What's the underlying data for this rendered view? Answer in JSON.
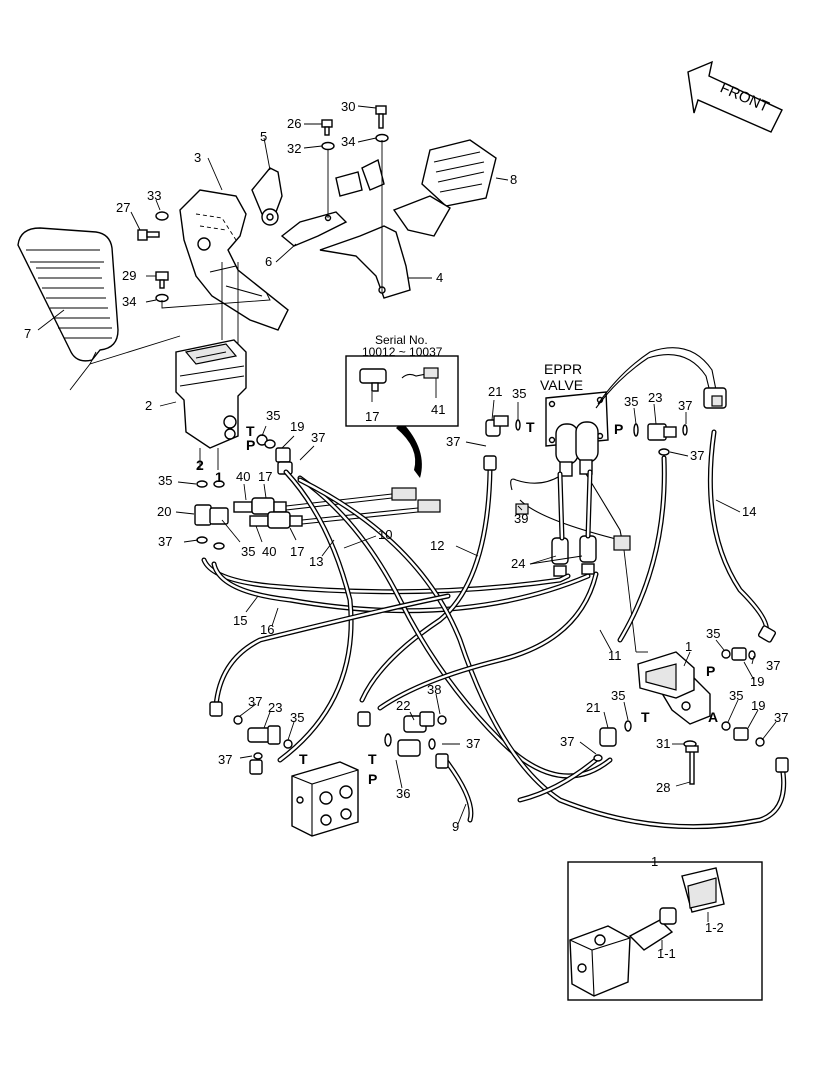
{
  "front_label": "FRONT",
  "valve_label": {
    "line1": "EPPR",
    "line2": "VALVE"
  },
  "serial_box": {
    "title": "Serial No.",
    "range": "10012 ~ 10037",
    "items": [
      "17",
      "41"
    ]
  },
  "inset": {
    "title": "1",
    "items": [
      "1-2",
      "1-1"
    ]
  },
  "ports": {
    "t_pedal": "T",
    "p_pedal": "P",
    "two": "2",
    "one": "1",
    "t_eppr": "T",
    "p_eppr": "P",
    "p_sol": "P",
    "t_sol": "T",
    "a_sol": "A",
    "t_block1": "T",
    "t_block2": "T",
    "p_block": "P"
  },
  "callouts": {
    "c30": "30",
    "c26": "26",
    "c34a": "34",
    "c32": "32",
    "c5": "5",
    "c3": "3",
    "c33": "33",
    "c27": "27",
    "c8": "8",
    "c6": "6",
    "c4": "4",
    "c29": "29",
    "c34b": "34",
    "c7": "7",
    "c2": "2",
    "c35a": "35",
    "c19a": "19",
    "c37a": "37",
    "c35b": "35",
    "c40a": "40",
    "c17a": "17",
    "c20": "20",
    "c37b": "37",
    "c35c": "35",
    "c40b": "40",
    "c17b": "17",
    "c13": "13",
    "c10": "10",
    "c15": "15",
    "c16": "16",
    "c12": "12",
    "c21a": "21",
    "c35d": "35",
    "c37c": "37",
    "c35e": "35",
    "c23a": "23",
    "c37d": "37",
    "c37e": "37",
    "c14": "14",
    "c39": "39",
    "c24": "24",
    "c11": "11",
    "c1": "1",
    "c35f": "35",
    "c37f": "37",
    "c19b": "19",
    "c35g": "35",
    "c19c": "19",
    "c37g": "37",
    "c21b": "21",
    "c35h": "35",
    "c37h": "37",
    "c31": "31",
    "c28": "28",
    "c38": "38",
    "c22": "22",
    "c37i": "37",
    "c36": "36",
    "c9": "9",
    "c37j": "37",
    "c23b": "23",
    "c35i": "35",
    "c37k": "37"
  }
}
